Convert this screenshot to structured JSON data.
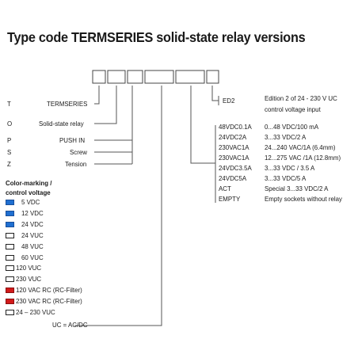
{
  "title": "Type code TERMSERIES solid-state relay versions",
  "code_boxes": [
    "",
    "",
    "",
    "",
    "",
    ""
  ],
  "left_entries": [
    {
      "letter": "T",
      "label": "TERMSERIES"
    },
    {
      "letter": "O",
      "label": "Solid-state relay"
    },
    {
      "letter": "P",
      "label": "PUSH IN"
    },
    {
      "letter": "S",
      "label": "Screw"
    },
    {
      "letter": "Z",
      "label": "Tension"
    }
  ],
  "edition": {
    "code": "ED2",
    "desc_line1": "Edition 2 of 24 - 230 V UC",
    "desc_line2": "control voltage input"
  },
  "voltage_options": [
    {
      "code": "48VDC0.1A",
      "desc": "0...48 VDC/100 mA"
    },
    {
      "code": "24VDC2A",
      "desc": "3...33 VDC/2 A"
    },
    {
      "code": "230VAC1A",
      "desc": "24...240 VAC/1A (6.4mm)"
    },
    {
      "code": "230VAC1A",
      "desc": "12...275 VAC /1A (12.8mm)"
    },
    {
      "code": "24VDC3.5A",
      "desc": "3...33 VDC / 3.5 A"
    },
    {
      "code": "24VDC5A",
      "desc": "3...33 VDC/5 A"
    },
    {
      "code": "ACT",
      "desc": "Special 3...33 VDC/2 A"
    },
    {
      "code": "EMPTY",
      "desc": "Empty sockets without relay"
    }
  ],
  "color_marking": {
    "heading_line1": "Color-marking /",
    "heading_line2": "control voltage",
    "items": [
      {
        "label": "5 VDC",
        "color": "#1f6fd1"
      },
      {
        "label": "12 VDC",
        "color": "#1f6fd1"
      },
      {
        "label": "24 VDC",
        "color": "#1f6fd1"
      },
      {
        "label": "24 VUC",
        "color": "#ffffff"
      },
      {
        "label": "48 VUC",
        "color": "#ffffff"
      },
      {
        "label": "60 VUC",
        "color": "#ffffff"
      },
      {
        "label": "120 VUC",
        "color": "#ffffff"
      },
      {
        "label": "230 VUC",
        "color": "#ffffff"
      },
      {
        "label": "120 VAC RC (RC-Filter)",
        "color": "#d21a1a"
      },
      {
        "label": "230 VAC RC (RC-Filter)",
        "color": "#d21a1a"
      },
      {
        "label": "24 – 230 VUC",
        "color": "#ffffff"
      }
    ],
    "footnote": "UC = AC/DC"
  }
}
